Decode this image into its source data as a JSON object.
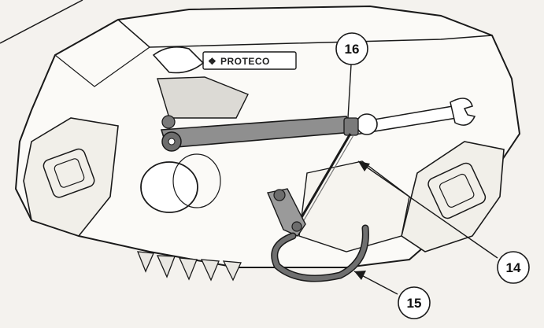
{
  "brand": {
    "symbol": "❖",
    "name": "PROTECO"
  },
  "callouts": [
    {
      "id": "c16",
      "label": "16"
    },
    {
      "id": "c14",
      "label": "14"
    },
    {
      "id": "c15",
      "label": "15"
    }
  ],
  "colors": {
    "line": "#1a1a1a",
    "body_fill": "#fbfaf7",
    "bracket_fill": "#8f8f8f",
    "cable_fill": "#6f6f6f",
    "background": "#f4f2ee"
  }
}
